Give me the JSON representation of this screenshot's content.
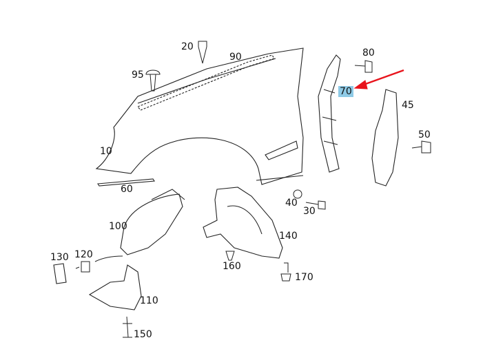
{
  "diagram": {
    "highlight_color": "#8ecae6",
    "arrow_color": "#e8141c",
    "selected_part": "70",
    "labels": {
      "p10": "10",
      "p20": "20",
      "p30": "30",
      "p40": "40",
      "p45": "45",
      "p50": "50",
      "p60": "60",
      "p70": "70",
      "p80": "80",
      "p90": "90",
      "p95": "95",
      "p100": "100",
      "p110": "110",
      "p120": "120",
      "p130": "130",
      "p140": "140",
      "p150": "150",
      "p160": "160",
      "p170": "170"
    }
  }
}
